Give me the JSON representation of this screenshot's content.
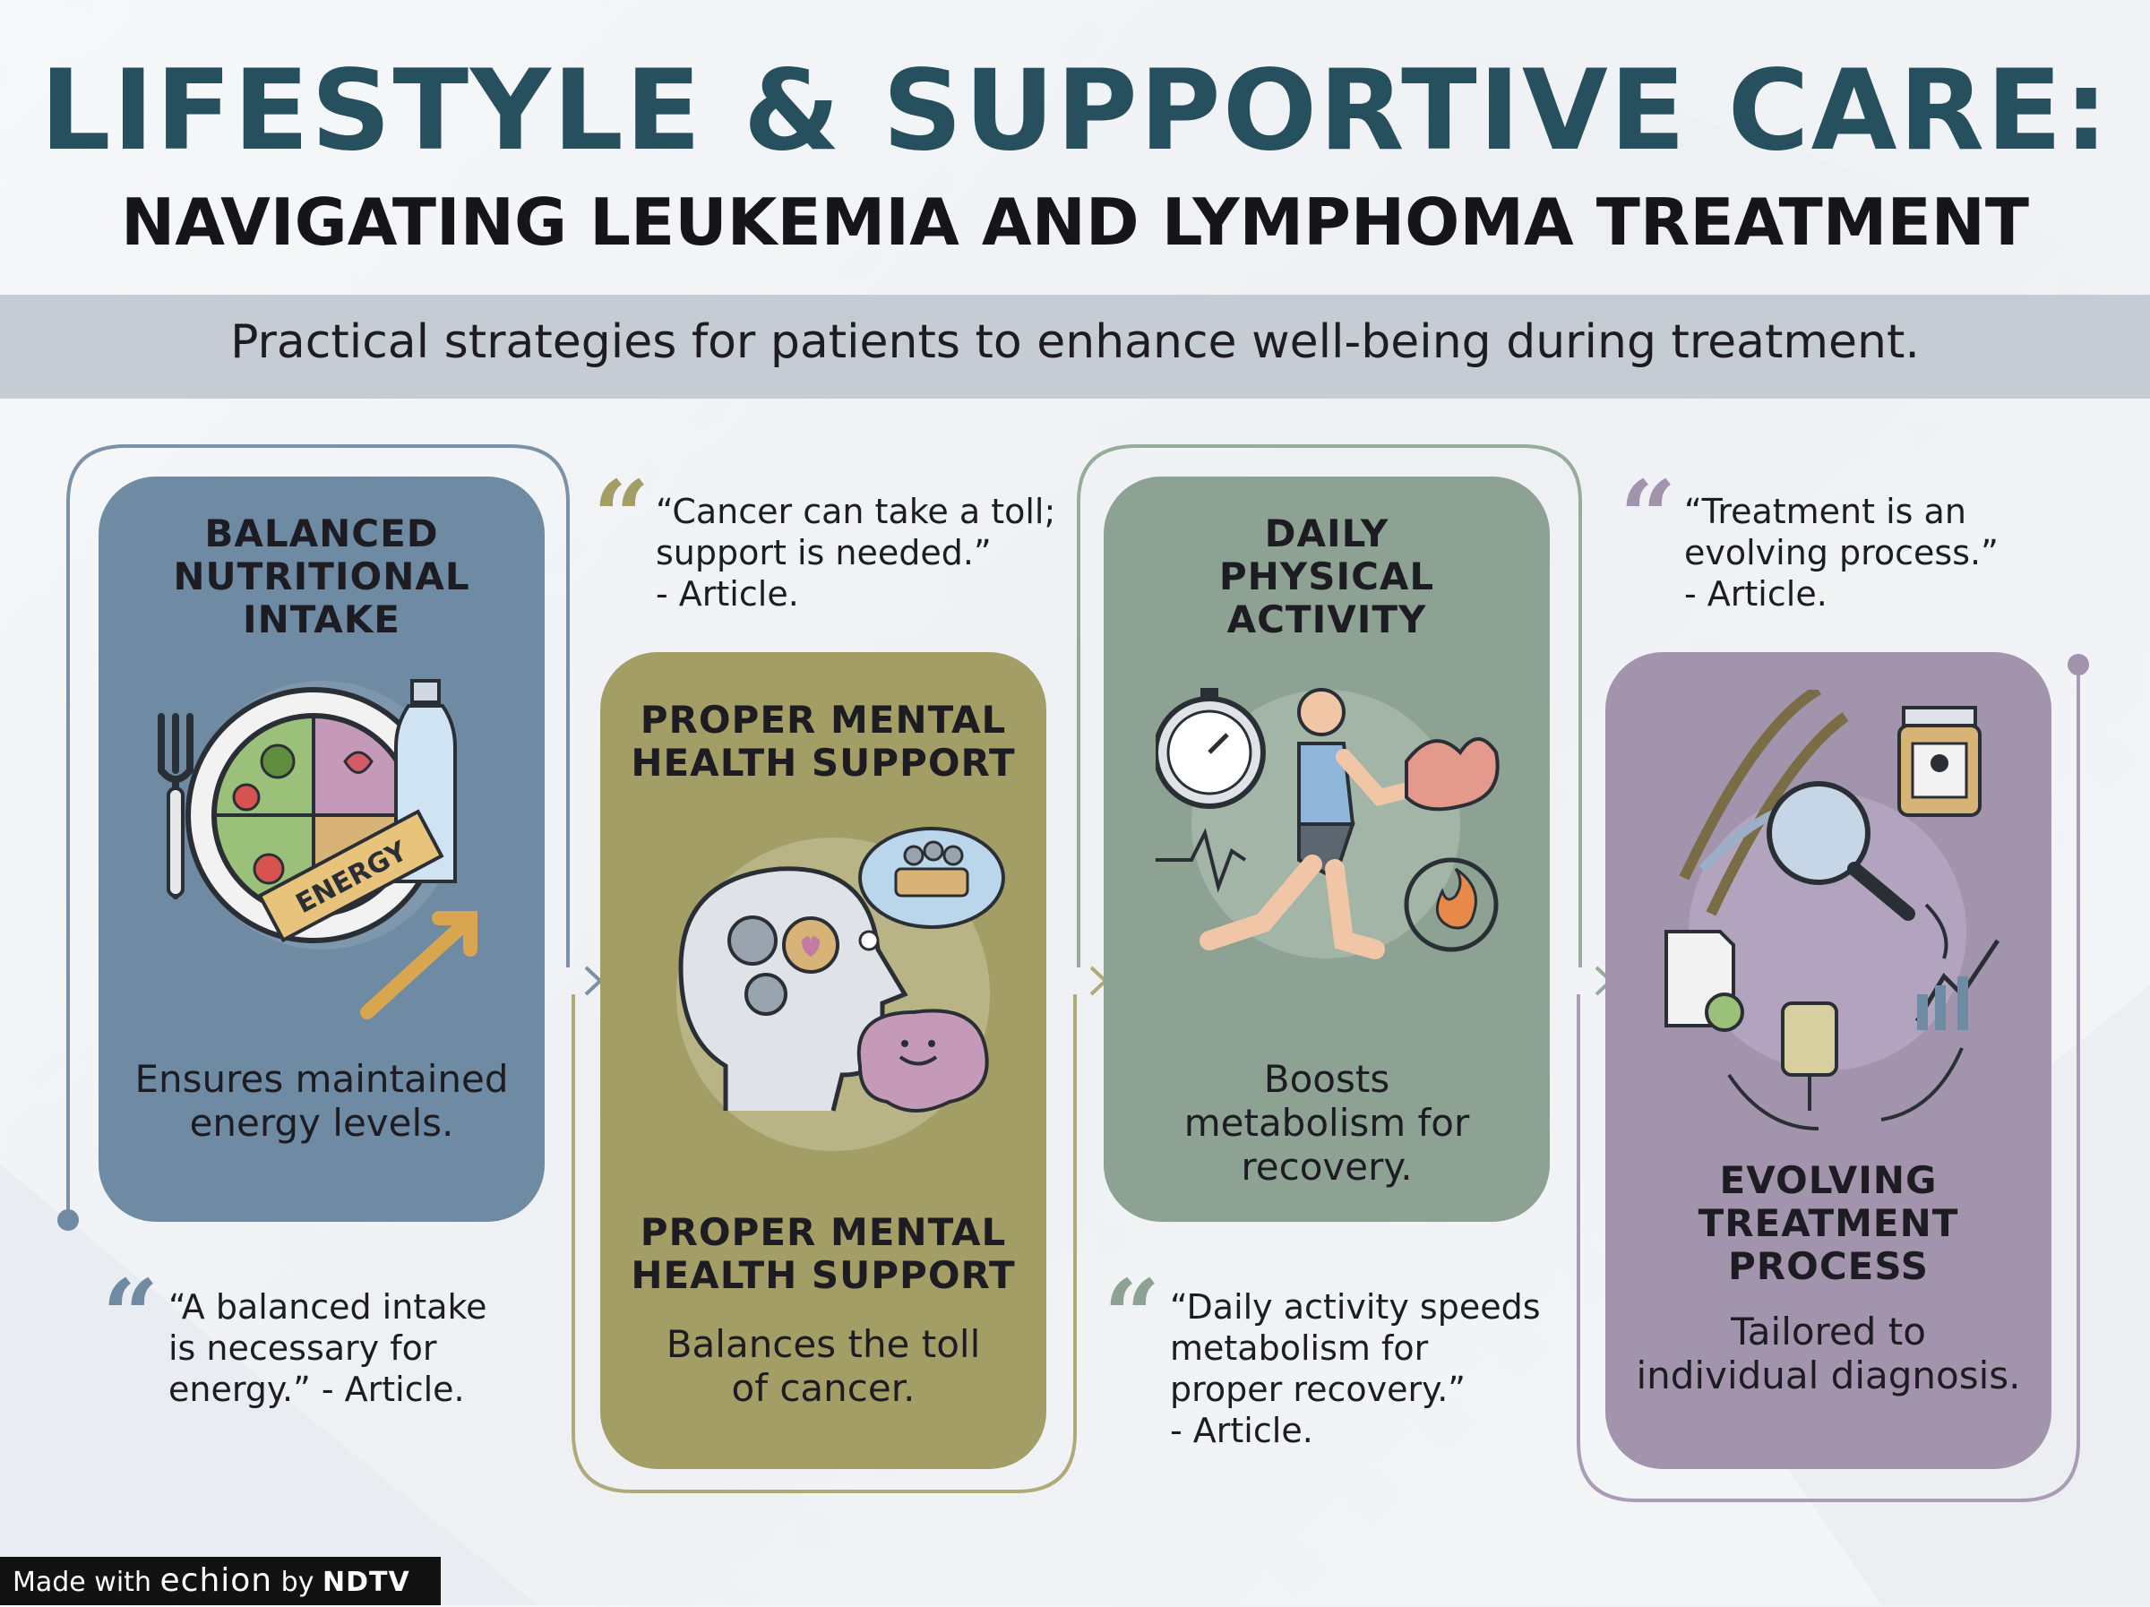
{
  "header": {
    "title": "LIFESTYLE & SUPPORTIVE CARE:",
    "subtitle": "NAVIGATING LEUKEMIA AND LYMPHOMA TREATMENT",
    "banner": "Practical strategies for patients to enhance well-being during treatment."
  },
  "cards": [
    {
      "title_lines": [
        "BALANCED",
        "NUTRITIONAL",
        "INTAKE"
      ],
      "text_lines": [
        "Ensures maintained",
        "energy levels."
      ],
      "icon_label": "ENERGY",
      "color": "#6f8aa3",
      "icon": "nutrition-plate-icon"
    },
    {
      "title_lines": [
        "PROPER MENTAL",
        "HEALTH SUPPORT"
      ],
      "title2_lines": [
        "PROPER MENTAL",
        "HEALTH SUPPORT"
      ],
      "text_lines": [
        "Balances the toll",
        "of cancer."
      ],
      "color": "#a39e66",
      "icon": "mental-health-head-icon"
    },
    {
      "title_lines": [
        "DAILY",
        "PHYSICAL",
        "ACTIVITY"
      ],
      "text_lines": [
        "Boosts",
        "metabolism for",
        "recovery."
      ],
      "color": "#8da293",
      "icon": "running-person-icon"
    },
    {
      "title_lines": [
        "EVOLVING",
        "TREATMENT",
        "PROCESS"
      ],
      "text_lines": [
        "Tailored to",
        "individual diagnosis."
      ],
      "color": "#a294ad",
      "icon": "treatment-cycle-icon"
    }
  ],
  "quotes": [
    {
      "lines": [
        "“Cancer can take a toll;",
        "support is needed.”",
        "- Article."
      ],
      "mark_color": "#a39e66"
    },
    {
      "lines": [
        "“Treatment is an",
        "evolving process.”",
        "- Article."
      ],
      "mark_color": "#a294ad"
    },
    {
      "lines": [
        "“A balanced intake",
        "is necessary for",
        "energy.” - Article."
      ],
      "mark_color": "#6f8aa3"
    },
    {
      "lines": [
        "“Daily activity speeds",
        "metabolism for",
        "proper recovery.”",
        "- Article."
      ],
      "mark_color": "#8da293"
    }
  ],
  "footer": {
    "made_with": "Made with",
    "brand": "echion",
    "by": "by",
    "ndtv": "NDTV"
  }
}
